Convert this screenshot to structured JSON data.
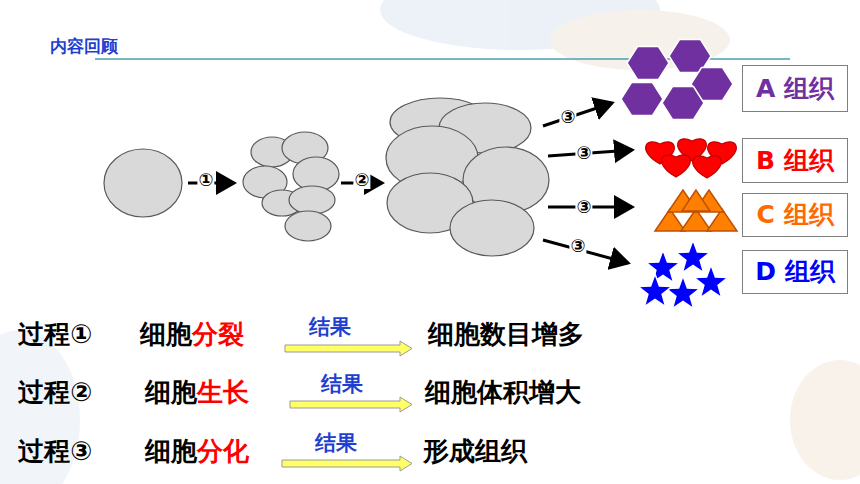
{
  "diagram": {
    "title": "内容回顾",
    "nodes": [
      {
        "text": [
          "A 组织"
        ]
      },
      {
        "text": [
          "B 组织"
        ]
      },
      {
        "text": [
          "C 组织"
        ]
      },
      {
        "text": [
          "D 组织"
        ]
      }
    ],
    "labels": [
      "①",
      "②",
      "③",
      "③",
      "③",
      "③",
      "过程①",
      "细胞",
      "分裂",
      "结果",
      "细胞数目增多",
      "过程②",
      "细胞",
      "生长",
      "结果",
      "细胞体积增大",
      "过程③",
      "细胞",
      "分化",
      "结果",
      "形成组织"
    ]
  }
}
